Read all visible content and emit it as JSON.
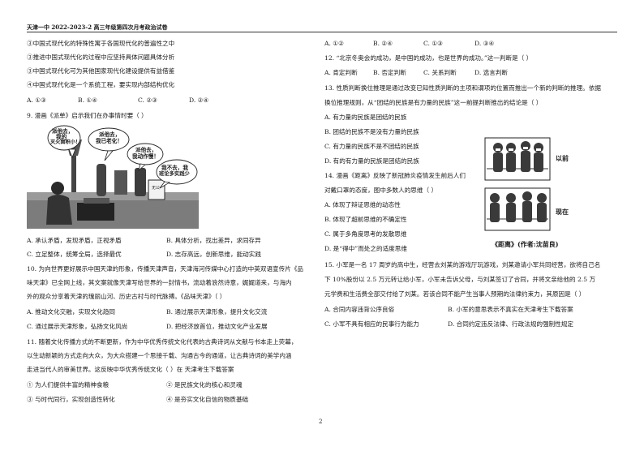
{
  "header": {
    "title": "天津一中 2022-2023-2 高三年级第四次月考政治试卷"
  },
  "left": {
    "q8_items": [
      "③中国式现代化的特殊性寓于各国现代化的普遍性之中",
      "③推进中国式现代化的过程中应坚持具体问题具体分析",
      "③中国式现代化可为其他国家现代化建设提供有益借鉴",
      "④中国式现代化是一个系统工程，要实现内部结构优化"
    ],
    "q8_options": [
      "A. ①③",
      "B. ①④",
      "C. ②③",
      "D. ②④"
    ],
    "q9_stem": "9. 漫画《派单》启示我们在办事情时要（    ）",
    "cartoon": {
      "bubble1": [
        "派他去，",
        "我的",
        "灭火面积小！"
      ],
      "bubble2": [
        "派他去，",
        "我已老化！"
      ],
      "bubble3": [
        "派他去，",
        "我动作慢！"
      ],
      "bubble4": [
        "我不去，我",
        "班论多实践少"
      ],
      "sign": "无公"
    },
    "q9_options": [
      "A. 承认矛盾，发现矛盾，正视矛盾",
      "B. 具体分析，找出差异，求同存异",
      "C. 立足整体，统筹全局，选择最优",
      "D. 志存高远，创新思维，能动实践"
    ],
    "q10_lines": [
      "10. 为向世界更好展示中国天津的形象，传播天津声音，天津海河传媒中心打造的中英双语宣传片《品",
      "味天津》已全网上线，其文案就像天津写给世界的一封情书，流动着浪然诗意，娓娓道来，与海内",
      "外的观众分享着天津的瑰丽山河、历史古村与时代脉搏。《品味天津》（    ）"
    ],
    "q10_options": [
      "A. 推动文化交融，实现文化趋同",
      "B. 通过展示天津形象，提升文化交流",
      "C. 通过展示天津形象，弘扬文化风尚",
      "D. 把经济放首位，推动文化产业发展"
    ],
    "q11_lines": [
      "11. 随着文化传播方式的不断更新，作为中华优秀传统文化代表的古典诗词从文献与书本走上荧幕，",
      "以生动新颖的方式走向大众，为大众搭建一个思接千载、沟通古今的通道，让古典诗词的美学内涵",
      "走进当代人的审美世界。这反映中华优秀传统文化（    ）在 天津考生下载答案"
    ],
    "q11_options": [
      "① 为人们提供丰富的精神食粮",
      "② 是民族文化的核心和灵魂",
      "③ 与时代同行，实现创造性转化",
      "④ 是夯实文化自信的物质基础"
    ]
  },
  "right": {
    "q11_choices": [
      "A. ①②",
      "B. ②④",
      "C. ①③",
      "D. ③④"
    ],
    "q12_stem": "12. “北京冬奥会的成功，是中国的成功，也是世界的成功。”这一判断是（    ）",
    "q12_options": [
      "A. 肯定判断",
      "B. 否定判断",
      "C. 关系判断",
      "D. 选言判断"
    ],
    "q13_lines": [
      "13. 性质判断换位推理是通过改变已知性质判断的主项和谓项的位置而推出一个新的判断的推理。依据",
      "换位推理规则，从“团结的民族是有力量的民族”这一前提判断推出的结论是（    ）"
    ],
    "q13_options": [
      "A. 有力量的民族是团结的民族",
      "B. 团结的民族不是没有力量的民族",
      "C. 有力量的民族不是不团结的民族",
      "D. 有的有力量的民族是团结的民族"
    ],
    "q14_lines": [
      "14. 漫画《距离》反映了新冠肺炎疫情发生前后人们",
      "对戴口罩的态度，图中多数人的思维（    ）"
    ],
    "q14_options": [
      "A. 体现了辩证思维的动态性",
      "B. 体现了超前思维的不确定性",
      "C. 属于多角度思考的发散思维",
      "D. 是“得中”而处之的适度思维"
    ],
    "cartoon2": {
      "label_before": "以前",
      "label_now": "现在",
      "caption": "《距离》(作者:沈苗良)"
    },
    "q15_lines": [
      "15. 小军是一名 17 周岁的高中生，经营去刘某的游戏厅玩游戏，刘某邀请小军共同经营，欲将自己名",
      "下 10%股份以 2.5 万元转让给小军，小军未告诉父母，与刘某签订了合同，并将文亲给他的 2.5 万",
      "元学费和生活费全部交付给了刘某。若该合同不能产生当事人预期的法律约束力，其原因是（    ）"
    ],
    "q15_options": [
      "A. 合同内容违背公序良俗",
      "B. 小军的意思表示不真实在天津考生下载答案",
      "C. 小军不具有相应的民事行为能力",
      "D. 合同约定违反法律、行政法规的强制性规定"
    ]
  },
  "footer": {
    "page_number": "2"
  }
}
